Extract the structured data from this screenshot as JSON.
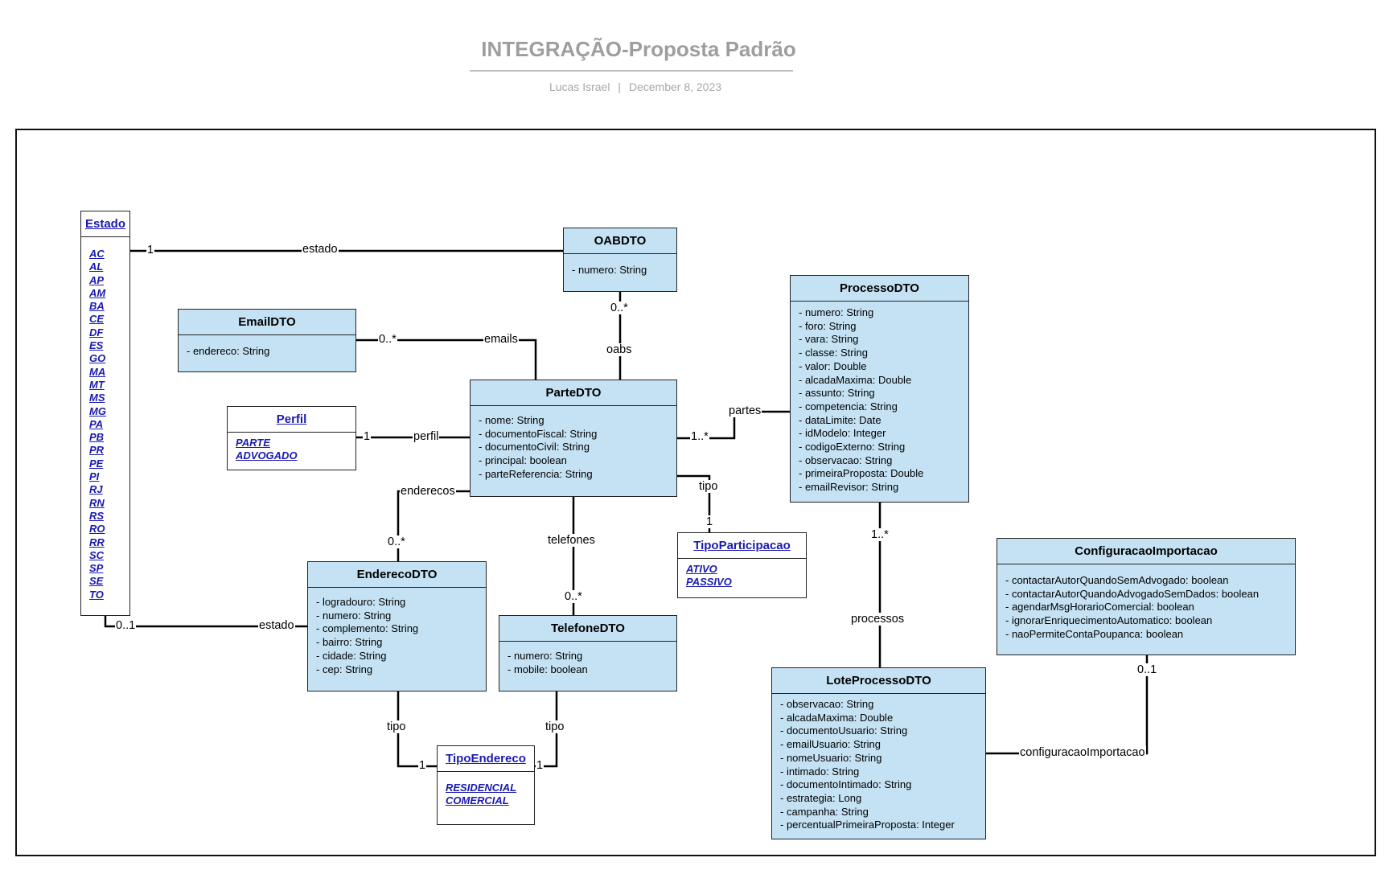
{
  "header": {
    "title": "INTEGRAÇÃO-Proposta Padrão",
    "author": "Lucas Israel",
    "separator": "|",
    "date": "December 8, 2023"
  },
  "classes": {
    "oab": {
      "name": "OABDTO",
      "attributes": [
        "- numero: String"
      ]
    },
    "email": {
      "name": "EmailDTO",
      "attributes": [
        "- endereco: String"
      ]
    },
    "parte": {
      "name": "ParteDTO",
      "attributes": [
        "- nome: String",
        "- documentoFiscal: String",
        "- documentoCivil: String",
        "- principal: boolean",
        "- parteReferencia: String"
      ]
    },
    "processo": {
      "name": "ProcessoDTO",
      "attributes": [
        "- numero: String",
        "- foro: String",
        "- vara: String",
        "- classe: String",
        "- valor: Double",
        "- alcadaMaxima: Double",
        "- assunto: String",
        "- competencia: String",
        "- dataLimite: Date",
        "- idModelo: Integer",
        "- codigoExterno: String",
        "- observacao: String",
        "- primeiraProposta: Double",
        "- emailRevisor: String"
      ]
    },
    "endereco": {
      "name": "EnderecoDTO",
      "attributes": [
        "- logradouro: String",
        "- numero: String",
        "- complemento: String",
        "- bairro: String",
        "- cidade: String",
        "- cep: String"
      ]
    },
    "telefone": {
      "name": "TelefoneDTO",
      "attributes": [
        "- numero: String",
        "- mobile: boolean"
      ]
    },
    "config": {
      "name": "ConfiguracaoImportacao",
      "attributes": [
        "- contactarAutorQuandoSemAdvogado: boolean",
        "- contactarAutorQuandoAdvogadoSemDados: boolean",
        "- agendarMsgHorarioComercial: boolean",
        "- ignorarEnriquecimentoAutomatico: boolean",
        "- naoPermiteContaPoupanca: boolean"
      ]
    },
    "lote": {
      "name": "LoteProcessoDTO",
      "attributes": [
        "- observacao: String",
        "- alcadaMaxima: Double",
        "- documentoUsuario: String",
        "- emailUsuario: String",
        "- nomeUsuario: String",
        "- intimado: String",
        "- documentoIntimado: String",
        "- estrategia: Long",
        "- campanha: String",
        "- percentualPrimeiraProposta: Integer"
      ]
    }
  },
  "enums": {
    "estado": {
      "name": "Estado",
      "literals": [
        "AC",
        "AL",
        "AP",
        "AM",
        "BA",
        "CE",
        "DF",
        "ES",
        "GO",
        "MA",
        "MT",
        "MS",
        "MG",
        "PA",
        "PB",
        "PR",
        "PE",
        "PI",
        "RJ",
        "RN",
        "RS",
        "RO",
        "RR",
        "SC",
        "SP",
        "SE",
        "TO"
      ]
    },
    "perfil": {
      "name": "Perfil",
      "literals": [
        "PARTE",
        "ADVOGADO"
      ]
    },
    "tipoParticipacao": {
      "name": "TipoParticipacao",
      "literals": [
        "ATIVO",
        "PASSIVO"
      ]
    },
    "tipoEndereco": {
      "name": "TipoEndereco",
      "literals": [
        "RESIDENCIAL",
        "COMERCIAL"
      ]
    }
  },
  "associations": {
    "oab_estado": {
      "mult": "1",
      "role": "estado"
    },
    "parte_oab": {
      "mult": "0..*",
      "role": "oabs"
    },
    "parte_email": {
      "mult": "0..*",
      "role": "emails"
    },
    "parte_perfil": {
      "mult": "1",
      "role": "perfil"
    },
    "processo_parte": {
      "mult": "1..*",
      "role": "partes"
    },
    "parte_tipo": {
      "mult": "1",
      "role": "tipo"
    },
    "parte_endereco": {
      "mult": "0..*",
      "role": "enderecos"
    },
    "parte_telefone": {
      "mult": "0..*",
      "role": "telefones"
    },
    "endereco_estado": {
      "mult": "0..1",
      "role": "estado"
    },
    "endereco_tipo": {
      "mult": "1",
      "role": "tipo"
    },
    "telefone_tipo": {
      "mult": "1",
      "role": "tipo"
    },
    "lote_processo": {
      "mult": "1..*",
      "role": "processos"
    },
    "lote_config": {
      "mult": "0..1",
      "role": "configuracaoImportacao"
    }
  }
}
